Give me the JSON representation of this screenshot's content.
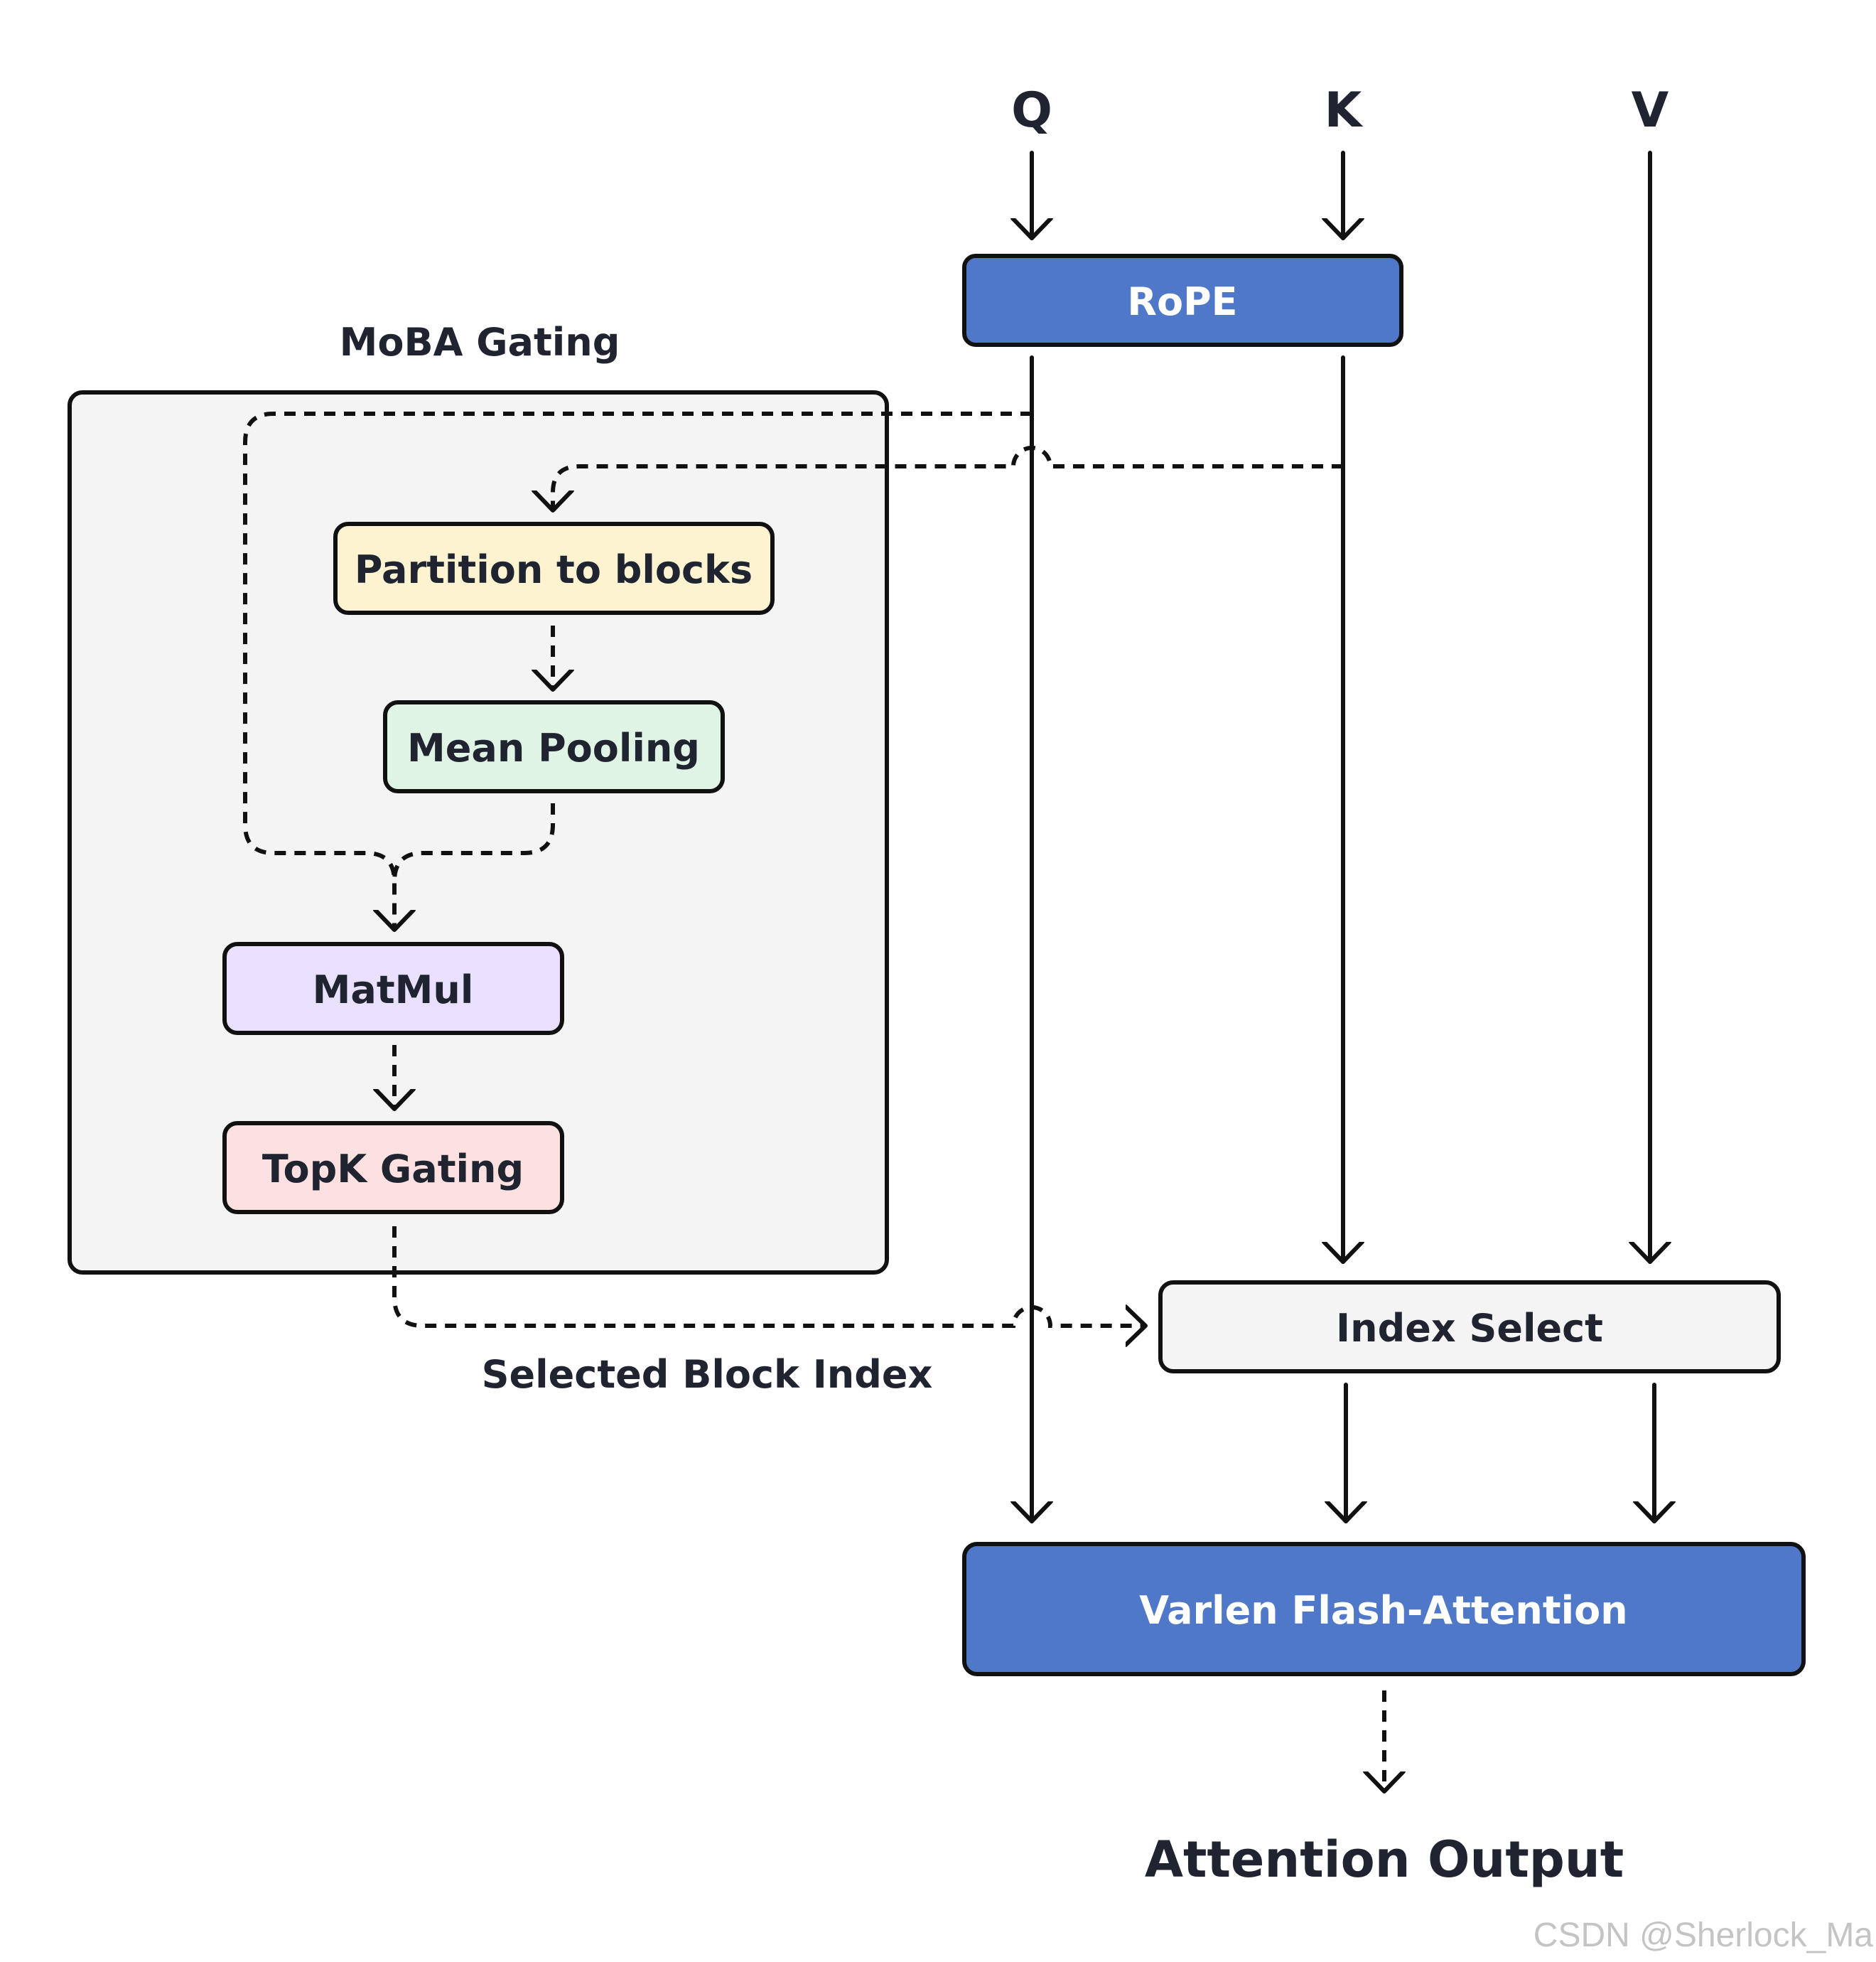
{
  "inputs": {
    "q": "Q",
    "k": "K",
    "v": "V"
  },
  "gating": {
    "title": "MoBA Gating",
    "partition": "Partition to blocks",
    "pooling": "Mean Pooling",
    "matmul": "MatMul",
    "topk": "TopK Gating",
    "selected_label": "Selected Block Index"
  },
  "rope": "RoPE",
  "index_select": "Index Select",
  "flash_attention": "Varlen Flash-Attention",
  "output": "Attention Output",
  "watermark": "CSDN @Sherlock_Ma",
  "colors": {
    "blue": "#5078c8",
    "partition": "#fdf3d0",
    "pooling": "#e0f4e6",
    "matmul": "#e8e0fc",
    "topk": "#fde0e0",
    "gating_bg": "#f4f4f4",
    "stroke": "#111111"
  }
}
